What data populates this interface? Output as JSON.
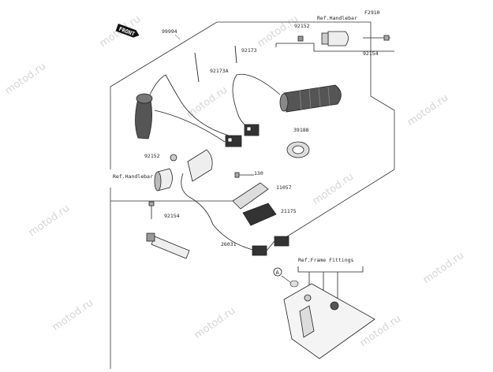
{
  "figure_code": "F2910",
  "front_label": "FRONT",
  "watermark": "motod.ru",
  "part_labels": {
    "kit": "99994",
    "p92152_top": "92152",
    "p92173": "92173",
    "p92173a": "92173A",
    "p92154_top": "92154",
    "p39188": "39188",
    "p92152_left": "92152",
    "p130": "130",
    "p11057": "11057",
    "p21175": "21175",
    "p92154_left": "92154",
    "p26031": "26031"
  },
  "references": {
    "handlebar_top": "Ref.Handlebar",
    "handlebar_left": "Ref.Handlebar",
    "frame_fittings": "Ref.Frame Fittings"
  },
  "callout_marker": "A"
}
